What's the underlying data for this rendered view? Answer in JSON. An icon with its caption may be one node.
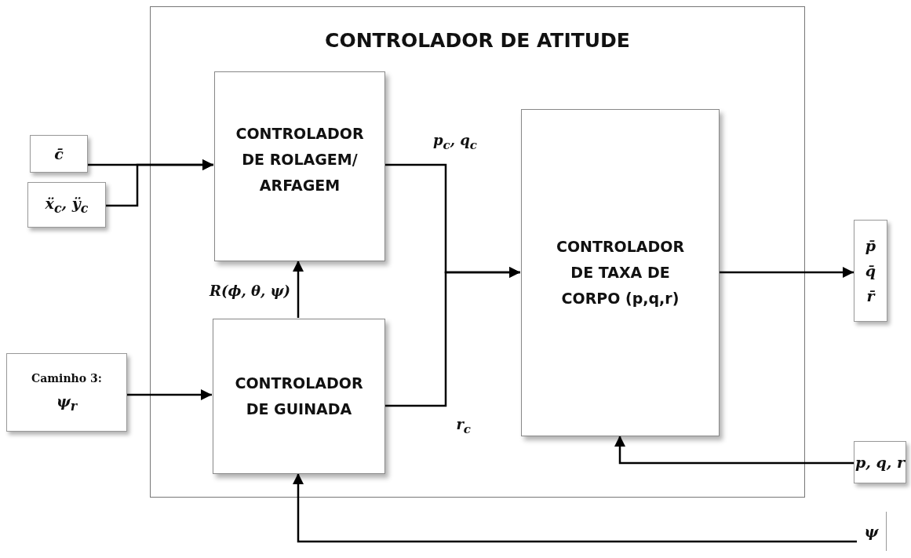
{
  "diagram": {
    "nodes": [
      {
        "text": [
          "CONTROLADOR DE ATITUDE"
        ]
      },
      {
        "text": [
          "c̄"
        ]
      },
      {
        "text": [
          "ẍ$_{c}$, ÿ$_{c}$"
        ]
      },
      {
        "text": [
          "CONTROLADOR DE ROLAGEM/ ARFAGEM"
        ],
        "in": 0
      },
      {
        "text": [
          "CONTROLADOR DE GUINADA"
        ],
        "in": 0
      },
      {
        "text": [
          "Caminho 3:",
          "ψ$_{r}$"
        ]
      },
      {
        "text": [
          "CONTROLADOR DE TAXA DE CORPO (p,q,r)"
        ],
        "in": 0
      },
      {
        "text": [
          "p̄",
          "q̄",
          "r̄"
        ]
      },
      {
        "text": [
          "p, q, r"
        ]
      },
      {
        "text": [
          "ψ"
        ]
      }
    ],
    "edges": [
      {
        "from": 1,
        "to": 3,
        "arrow": "to"
      },
      {
        "from": 2,
        "to": 3,
        "arrow": "to"
      },
      {
        "from": 5,
        "to": 4,
        "arrow": "to"
      },
      {
        "from": 4,
        "to": 3,
        "arrow": "to",
        "label": "R(ϕ, θ, ψ)"
      },
      {
        "from": 3,
        "to": 6,
        "arrow": "to",
        "label": "p$_{c}$,  q$_{c}$"
      },
      {
        "from": 4,
        "to": 6,
        "arrow": "to",
        "label": "r$_{c}$"
      },
      {
        "from": 6,
        "to": 7,
        "arrow": "to"
      },
      {
        "from": 8,
        "to": 6,
        "arrow": "to"
      },
      {
        "from": 9,
        "to": 4,
        "arrow": "to"
      }
    ]
  }
}
